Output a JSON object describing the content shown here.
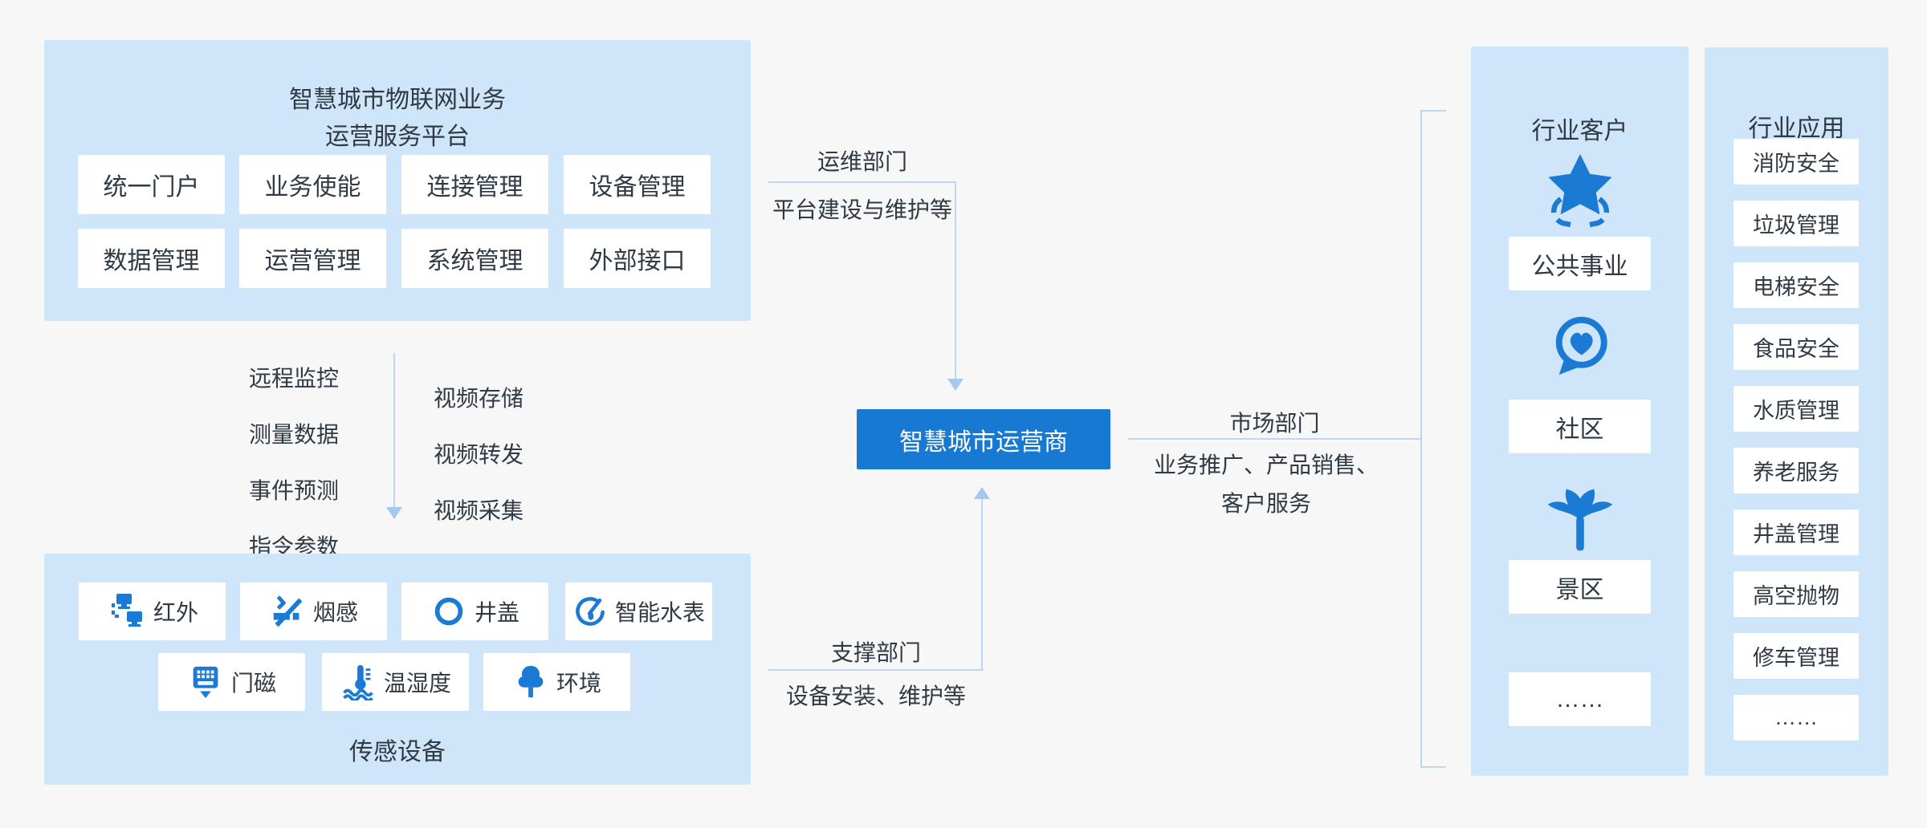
{
  "colors": {
    "page_bg": "#f7f7f8",
    "panel_bg": "#cfe5fa",
    "tile_bg": "#ffffff",
    "accent_blue": "#1779d2",
    "icon_blue": "#1b7ad3",
    "line_blue": "#b9d6f2",
    "arrow_blue": "#a3c9ee",
    "text_dark": "#2f3a44"
  },
  "platform": {
    "title_line1": "智慧城市物联网业务",
    "title_line2": "运营服务平台",
    "modules": [
      "统一门户",
      "业务使能",
      "连接管理",
      "设备管理",
      "数据管理",
      "运营管理",
      "系统管理",
      "外部接口"
    ]
  },
  "flows": {
    "left": [
      "远程监控",
      "测量数据",
      "事件预测",
      "指令参数"
    ],
    "right": [
      "视频存储",
      "视频转发",
      "视频采集"
    ]
  },
  "sensors": {
    "label": "传感设备",
    "row1": [
      {
        "icon": "infrared-network-icon",
        "label": "红外"
      },
      {
        "icon": "smoke-detector-icon",
        "label": "烟感"
      },
      {
        "icon": "manhole-cover-icon",
        "label": "井盖"
      },
      {
        "icon": "water-meter-gauge-icon",
        "label": "智能水表"
      }
    ],
    "row2": [
      {
        "icon": "door-keypad-icon",
        "label": "门磁"
      },
      {
        "icon": "thermometer-icon",
        "label": "温湿度"
      },
      {
        "icon": "tree-icon",
        "label": "环境"
      }
    ]
  },
  "operator": {
    "label": "智慧城市运营商"
  },
  "departments": {
    "ops": {
      "title": "运维部门",
      "desc": "平台建设与维护等"
    },
    "support": {
      "title": "支撑部门",
      "desc": "设备安装、维护等"
    },
    "market": {
      "title": "市场部门",
      "desc_line1": "业务推广、产品销售、",
      "desc_line2": "客户服务"
    }
  },
  "customers": {
    "title": "行业客户",
    "items": [
      {
        "icon": "star-brackets-icon",
        "label": "公共事业"
      },
      {
        "icon": "heart-bubble-icon",
        "label": "社区"
      },
      {
        "icon": "palm-tree-icon",
        "label": "景区"
      },
      {
        "icon": "none",
        "label": "……"
      }
    ]
  },
  "applications": {
    "title": "行业应用",
    "items": [
      "消防安全",
      "垃圾管理",
      "电梯安全",
      "食品安全",
      "水质管理",
      "养老服务",
      "井盖管理",
      "高空抛物",
      "修车管理",
      "……"
    ]
  }
}
